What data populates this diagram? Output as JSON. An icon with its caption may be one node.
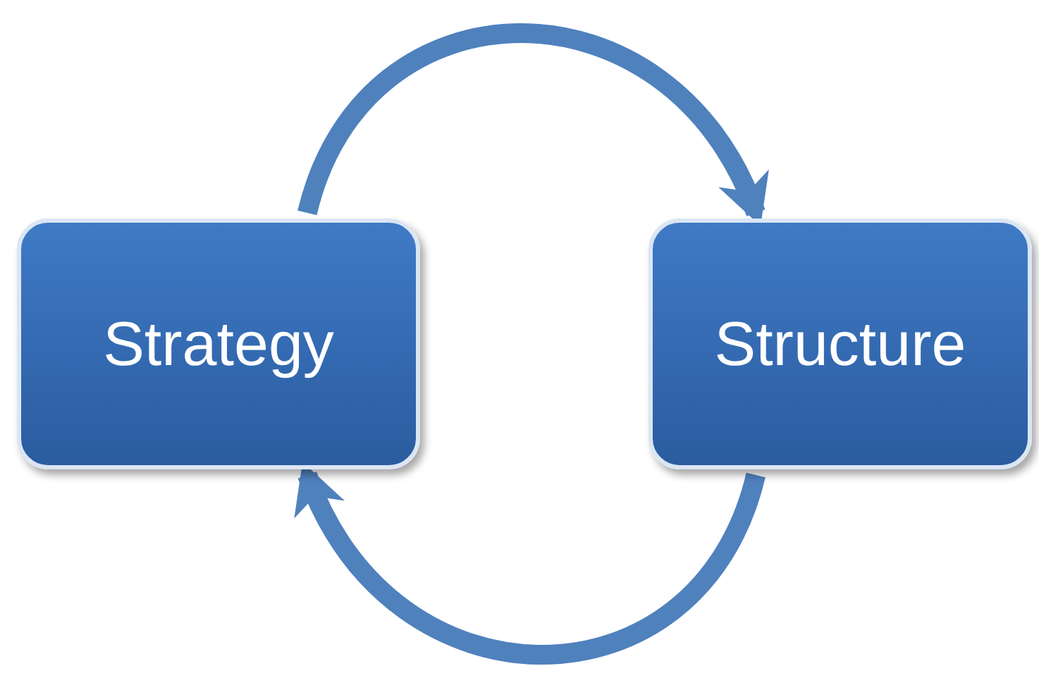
{
  "diagram": {
    "nodes": [
      {
        "text": [
          "Strategy"
        ]
      },
      {
        "text": [
          "Structure"
        ]
      }
    ],
    "edges": [
      {
        "from": 0,
        "to": 1,
        "arrow": "to"
      },
      {
        "from": 1,
        "to": 0,
        "arrow": "to"
      }
    ]
  }
}
